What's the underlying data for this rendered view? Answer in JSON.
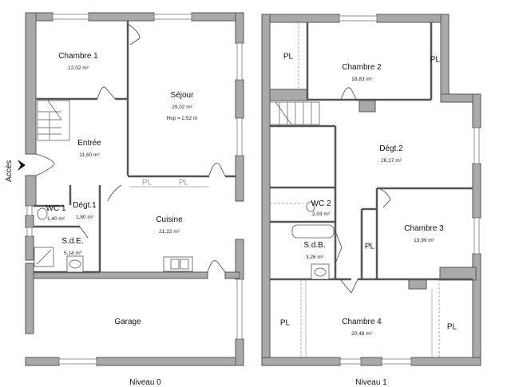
{
  "colors": {
    "wall": "#a9a9a9",
    "wall_stroke": "#555555",
    "window": "#ffffff",
    "background": "#ffffff"
  },
  "entrance": {
    "label": "Accès",
    "icon": "arrow-right-icon"
  },
  "levels": [
    {
      "name": "Niveau 0",
      "rooms": [
        {
          "name": "Chambre 1",
          "area": "12,02 m²"
        },
        {
          "name": "Séjour",
          "area": "29,02 m²",
          "height": "Hsp = 2,52 m"
        },
        {
          "name": "Entrée",
          "area": "11,60 m²"
        },
        {
          "name": "WC 1",
          "area": "1,40 m²"
        },
        {
          "name": "Dégt.1",
          "area": "1,80 m²"
        },
        {
          "name": "S.d.E.",
          "area": "5,14 m²"
        },
        {
          "name": "Cuisine",
          "area": "21,22 m²"
        },
        {
          "name": "Garage",
          "area": ""
        }
      ],
      "closets": [
        "PL",
        "PL"
      ]
    },
    {
      "name": "Niveau 1",
      "rooms": [
        {
          "name": "Chambre 2",
          "area": "18,83 m²"
        },
        {
          "name": "Dégt.2",
          "area": "26,17 m²"
        },
        {
          "name": "WC 2",
          "area": "2,03 m²"
        },
        {
          "name": "S.d.B.",
          "area": "3,26 m²"
        },
        {
          "name": "Chambre 3",
          "area": "13,99 m²"
        },
        {
          "name": "Chambre 4",
          "area": "20,48 m²"
        }
      ],
      "closets": [
        "PL",
        "PL",
        "PL",
        "PL",
        "PL"
      ]
    }
  ]
}
